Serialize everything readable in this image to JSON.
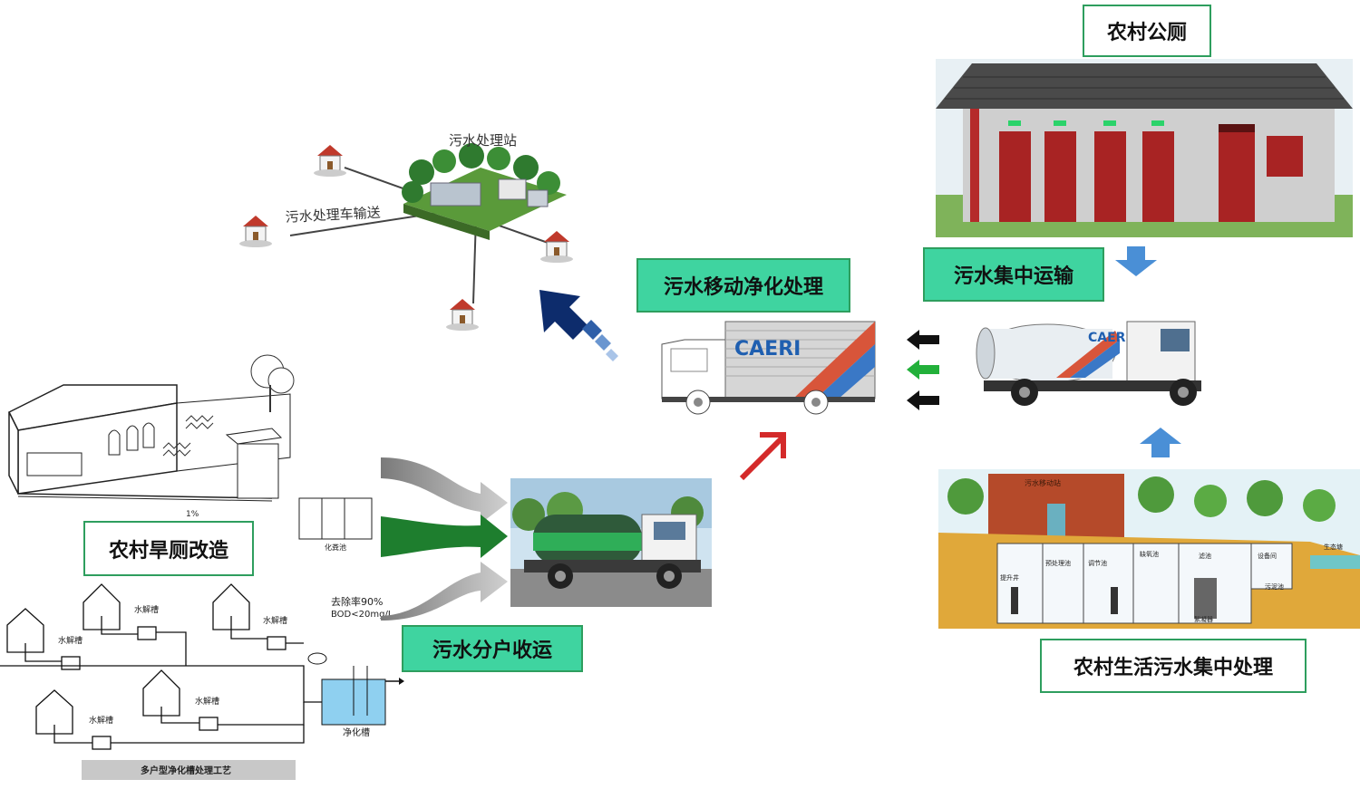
{
  "labels": {
    "public_toilet": "农村公厕",
    "central_transport": "污水集中运输",
    "mobile_treatment": "污水移动净化处理",
    "household_collection": "污水分户收运",
    "dry_toilet_renovation": "农村旱厕改造",
    "central_domestic_treatment": "农村生活污水集中处理"
  },
  "station_map": {
    "station_label": "污水处理站",
    "truck_route_label": "污水处理车输送"
  },
  "sketch": {
    "removal_rate": "去除率90%",
    "bod_limit": "BOD<20mg/L",
    "slope": "1%",
    "septic": "化粪池"
  },
  "process_diagram": {
    "hydrolysis_tank": "水解槽",
    "purification_tank": "净化槽",
    "caption": "多户型净化槽处理工艺"
  },
  "central_plant": {
    "building_sign": "污水移动站",
    "pretreat": "预处理池",
    "regulating": "调节池",
    "anoxic": "缺氧池",
    "filter": "滤池",
    "equipment": "设备间",
    "lift_well": "提升井",
    "eco_pond": "生态塘",
    "sludge": "污泥池",
    "grid": "絮凝器"
  },
  "truck_logo": "CAERI",
  "colors": {
    "label_green": "#3fd4a0",
    "label_border": "#2e9e5e",
    "arrow_blue": "#4a8fd6",
    "arrow_navy": "#0d2c6c",
    "arrow_green": "#1a8a3a",
    "arrow_red": "#d42a2a"
  }
}
